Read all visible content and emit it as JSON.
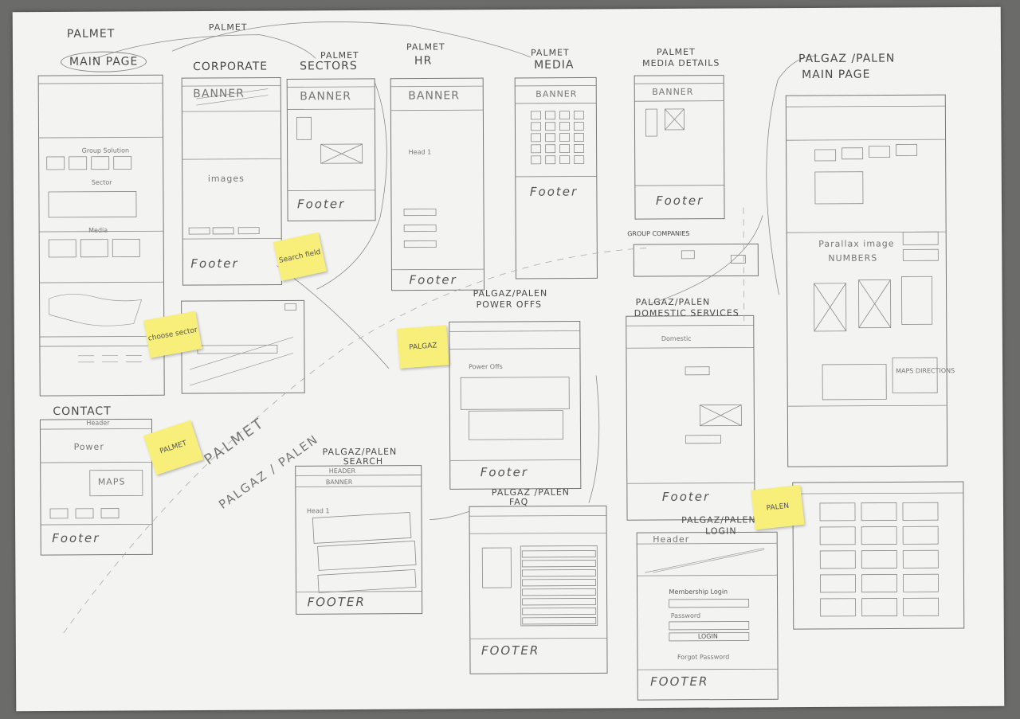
{
  "labels": {
    "palmet_top": "PALMET",
    "main_page": "MAIN PAGE",
    "corporate": "CORPORATE",
    "palmet_sectors_1": "PALMET",
    "palmet_sectors_2": "SECTORS",
    "palmet_hr_1": "PALMET",
    "palmet_hr_2": "HR",
    "palmet_media_1": "PALMET",
    "palmet_media_2": "MEDIA",
    "palmet_media_details_1": "PALMET",
    "palmet_media_details_2": "MEDIA DETAILS",
    "palgaz_main_1": "PALGAZ /PALEN",
    "palgaz_main_2": "MAIN PAGE",
    "contact": "CONTACT",
    "power_offs_1": "PALGAZ/PALEN",
    "power_offs_2": "POWER OFFS",
    "domestic_1": "PALGAZ/PALEN",
    "domestic_2": "DOMESTIC SERVICES",
    "search_1": "PALGAZ/PALEN",
    "search_2": "SEARCH",
    "faq_1": "PALGAZ /PALEN",
    "faq_2": "FAQ",
    "login_1": "PALGAZ/PALEN",
    "login_2": "LOGIN",
    "group_companies": "GROUP COMPANIES",
    "diag_palmet": "PALMET",
    "diag_palgaz": "PALGAZ / PALEN",
    "arrow_palmet": "PALMET"
  },
  "wire_text": {
    "banner": "BANNER",
    "footer": "Footer",
    "footer_caps": "FOOTER",
    "header": "Header",
    "header_caps": "HEADER",
    "images": "images",
    "maps": "MAPS",
    "maps_directions": "MAPS DIRECTIONS",
    "parallax": "Parallax image",
    "numbers": "NUMBERS",
    "membership_login": "Membership Login",
    "login_btn": "LOGIN",
    "forgot_password": "Forgot Password",
    "power_offs": "Power Offs",
    "domestic": "Domestic",
    "head": "Head 1",
    "power": "Power",
    "group_solution": "Group Solution",
    "sector": "Sector",
    "media": "Media",
    "password": "Password"
  },
  "notes": [
    {
      "id": "note-search-field",
      "text": "Search field"
    },
    {
      "id": "note-choose-sector",
      "text": "choose sector"
    },
    {
      "id": "note-palgaz",
      "text": "PALGAZ"
    },
    {
      "id": "note-palmet",
      "text": "PALMET"
    },
    {
      "id": "note-palen",
      "text": "PALEN"
    }
  ],
  "colors": {
    "paper": "#f3f3f1",
    "background": "#6b6b69",
    "pencil": "#777777",
    "sticky": "#f7ef7a"
  }
}
